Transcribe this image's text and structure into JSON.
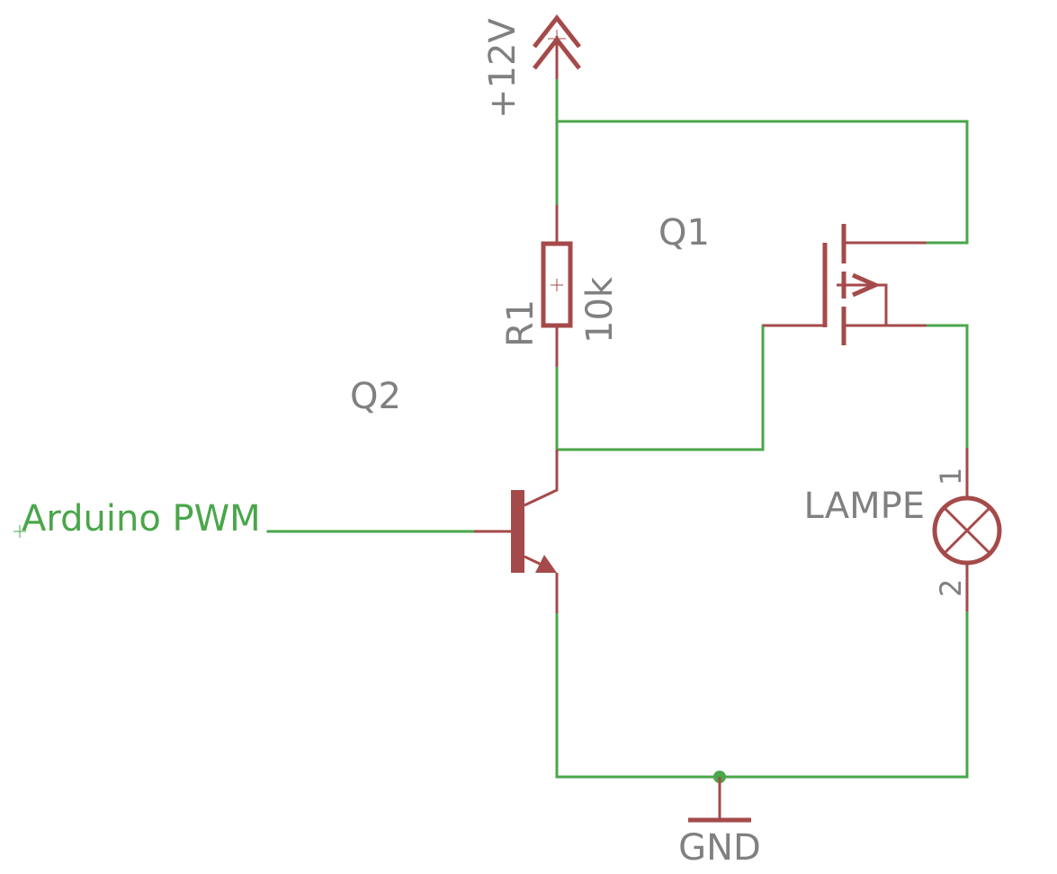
{
  "colors": {
    "wire": "#4aa64a",
    "symbol": "#a54a4a",
    "label": "#808080",
    "background": "#ffffff"
  },
  "supply": {
    "label": "+12V"
  },
  "ground": {
    "label": "GND"
  },
  "resistor": {
    "name": "R1",
    "value": "10k"
  },
  "mosfet": {
    "name": "Q1"
  },
  "bjt": {
    "name": "Q2"
  },
  "lamp": {
    "name": "LAMPE",
    "pin1": "1",
    "pin2": "2"
  },
  "input_net": {
    "label": "Arduino PWM"
  }
}
